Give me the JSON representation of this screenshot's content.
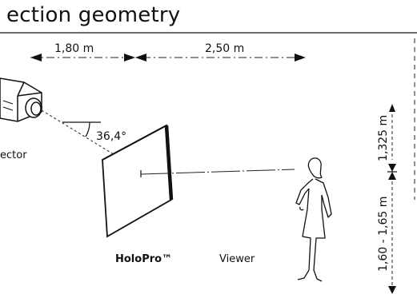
{
  "title": "ection geometry",
  "dimensions": {
    "horizontal_1": "1,80 m",
    "horizontal_2": "2,50 m",
    "angle": "36,4°",
    "vertical_upper": "1,325 m",
    "vertical_lower": "1,60 - 1,65 m"
  },
  "labels": {
    "projector": "ector",
    "screen": "HoloPro™",
    "viewer": "Viewer"
  }
}
